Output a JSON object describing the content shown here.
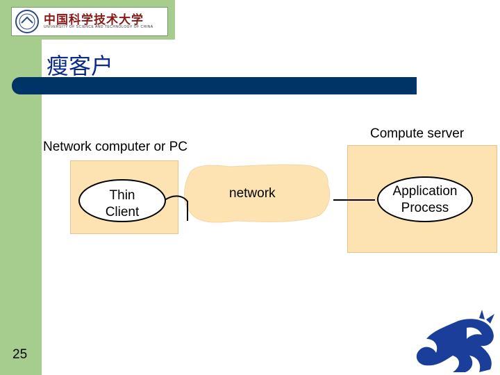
{
  "header": {
    "logo_text": "中国科学技术大学",
    "logo_subtext": "UNIVERSITY OF SCIENCE AND TECHNOLOGY OF CHINA",
    "title": "瘦客户"
  },
  "diagram": {
    "client_label": "Network computer or PC",
    "server_label": "Compute server",
    "thin_client_line1": "Thin",
    "thin_client_line2": "Client",
    "network_label": "network",
    "app_process_line1": "Application",
    "app_process_line2": "Process"
  },
  "footer": {
    "page_number": "25"
  },
  "colors": {
    "sidebar": "#a6cc8e",
    "title_bar": "#003366",
    "box_fill": "#fce3b1",
    "dragon": "#1a3e9a"
  }
}
